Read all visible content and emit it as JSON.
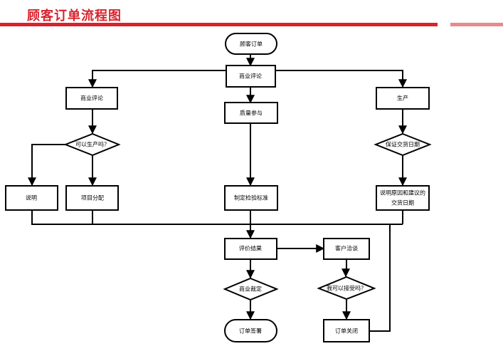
{
  "title": "顾客订单流程图",
  "nodes": {
    "order": "顾客订单",
    "review_main": "商业评论",
    "review_left": "商业评论",
    "production": "生产",
    "quality": "质量参与",
    "can_produce": "可以生产吗？",
    "guarantee_date": "保证交货日期",
    "explain": "说明",
    "project_assign": "项目分配",
    "inspection_std": "制定检验标准",
    "explain_reason_1": "说明原因和建议的",
    "explain_reason_2": "交货日期",
    "eval_result": "评价结果",
    "customer_negotiate": "客户洽谈",
    "business_decision": "商业裁定",
    "accept": "我可以接受吗？",
    "order_sign": "订单签署",
    "order_close": "订单关闭"
  }
}
